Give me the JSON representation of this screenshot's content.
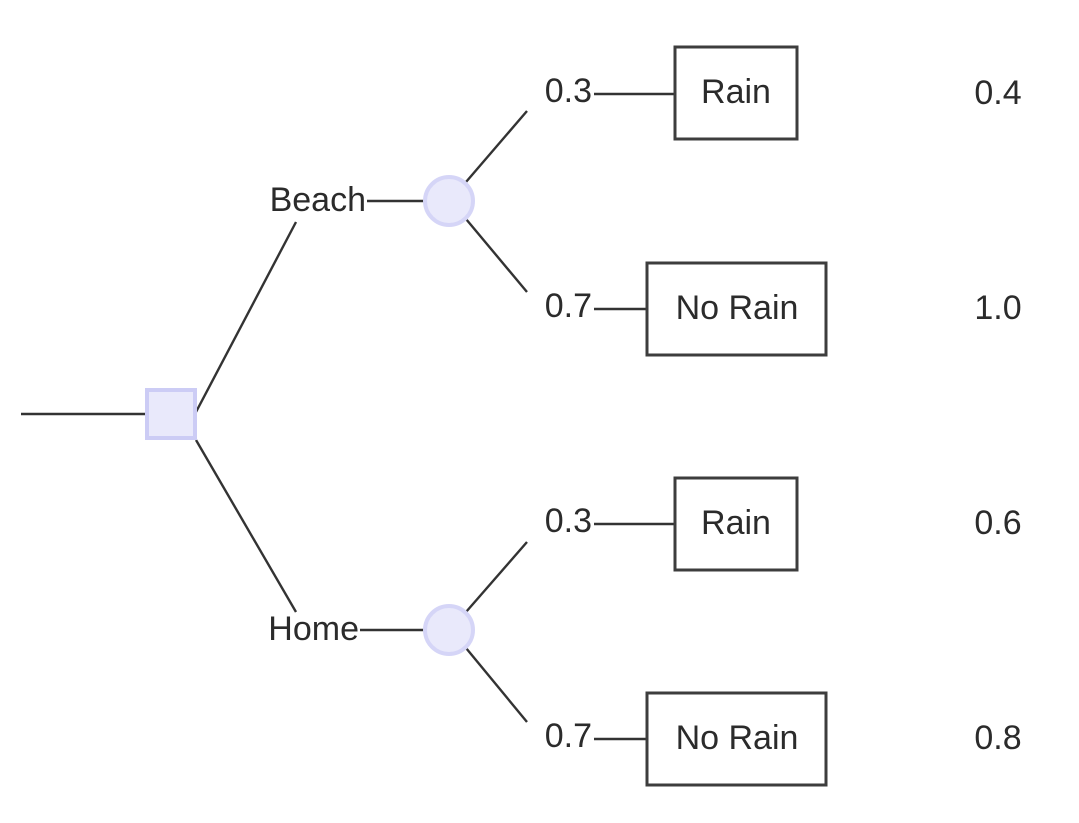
{
  "diagram": {
    "type": "decision-tree",
    "title": "",
    "colors": {
      "node_fill": "#e9e9fb",
      "node_stroke": "#ccccf5",
      "edge": "#333333",
      "box_stroke": "#3d3d3d",
      "text": "#2b2b2b",
      "background": "#ffffff"
    },
    "root": {
      "node_type": "decision",
      "label": ""
    },
    "branches": [
      {
        "label": "Beach",
        "node_type": "chance",
        "outcomes": [
          {
            "probability": "0.3",
            "label": "Rain",
            "payoff": "0.4"
          },
          {
            "probability": "0.7",
            "label": "No Rain",
            "payoff": "1.0"
          }
        ]
      },
      {
        "label": "Home",
        "node_type": "chance",
        "outcomes": [
          {
            "probability": "0.3",
            "label": "Rain",
            "payoff": "0.6"
          },
          {
            "probability": "0.7",
            "label": "No Rain",
            "payoff": "0.8"
          }
        ]
      }
    ]
  }
}
